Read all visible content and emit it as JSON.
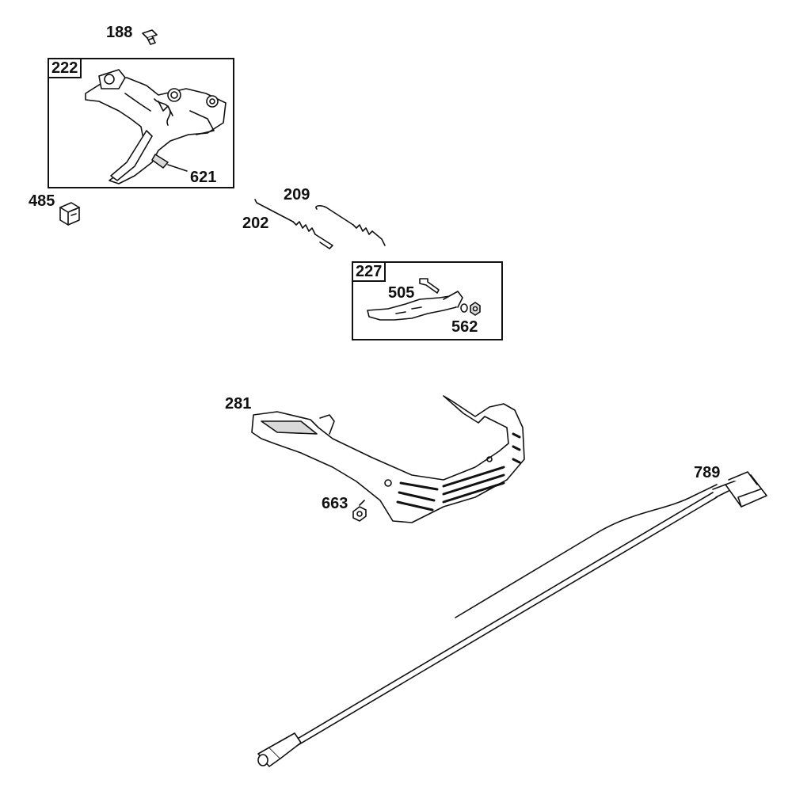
{
  "diagram": {
    "ink_color": "#111111",
    "fill_color": "#ffffff",
    "shade_color": "#d9d9d9",
    "groups": [
      {
        "id": "g222",
        "label": "222"
      },
      {
        "id": "g227",
        "label": "227"
      }
    ],
    "callouts": [
      {
        "id": "p188",
        "label": "188"
      },
      {
        "id": "p621",
        "label": "621"
      },
      {
        "id": "p485",
        "label": "485"
      },
      {
        "id": "p209",
        "label": "209"
      },
      {
        "id": "p202",
        "label": "202"
      },
      {
        "id": "p505",
        "label": "505"
      },
      {
        "id": "p562",
        "label": "562"
      },
      {
        "id": "p281",
        "label": "281"
      },
      {
        "id": "p663",
        "label": "663"
      },
      {
        "id": "p789",
        "label": "789"
      }
    ],
    "parts": [
      {
        "id": "bolt-188",
        "icon": "bolt-icon"
      },
      {
        "id": "governor-control-222",
        "icon": "governor-control-icon"
      },
      {
        "id": "clip-485",
        "icon": "clip-icon"
      },
      {
        "id": "spring-202",
        "icon": "spring-icon"
      },
      {
        "id": "spring-209",
        "icon": "spring-icon"
      },
      {
        "id": "lever-227",
        "icon": "lever-icon"
      },
      {
        "id": "bracket-281",
        "icon": "bracket-icon"
      },
      {
        "id": "screw-663",
        "icon": "screw-icon"
      },
      {
        "id": "cable-789",
        "icon": "cable-icon"
      }
    ]
  }
}
